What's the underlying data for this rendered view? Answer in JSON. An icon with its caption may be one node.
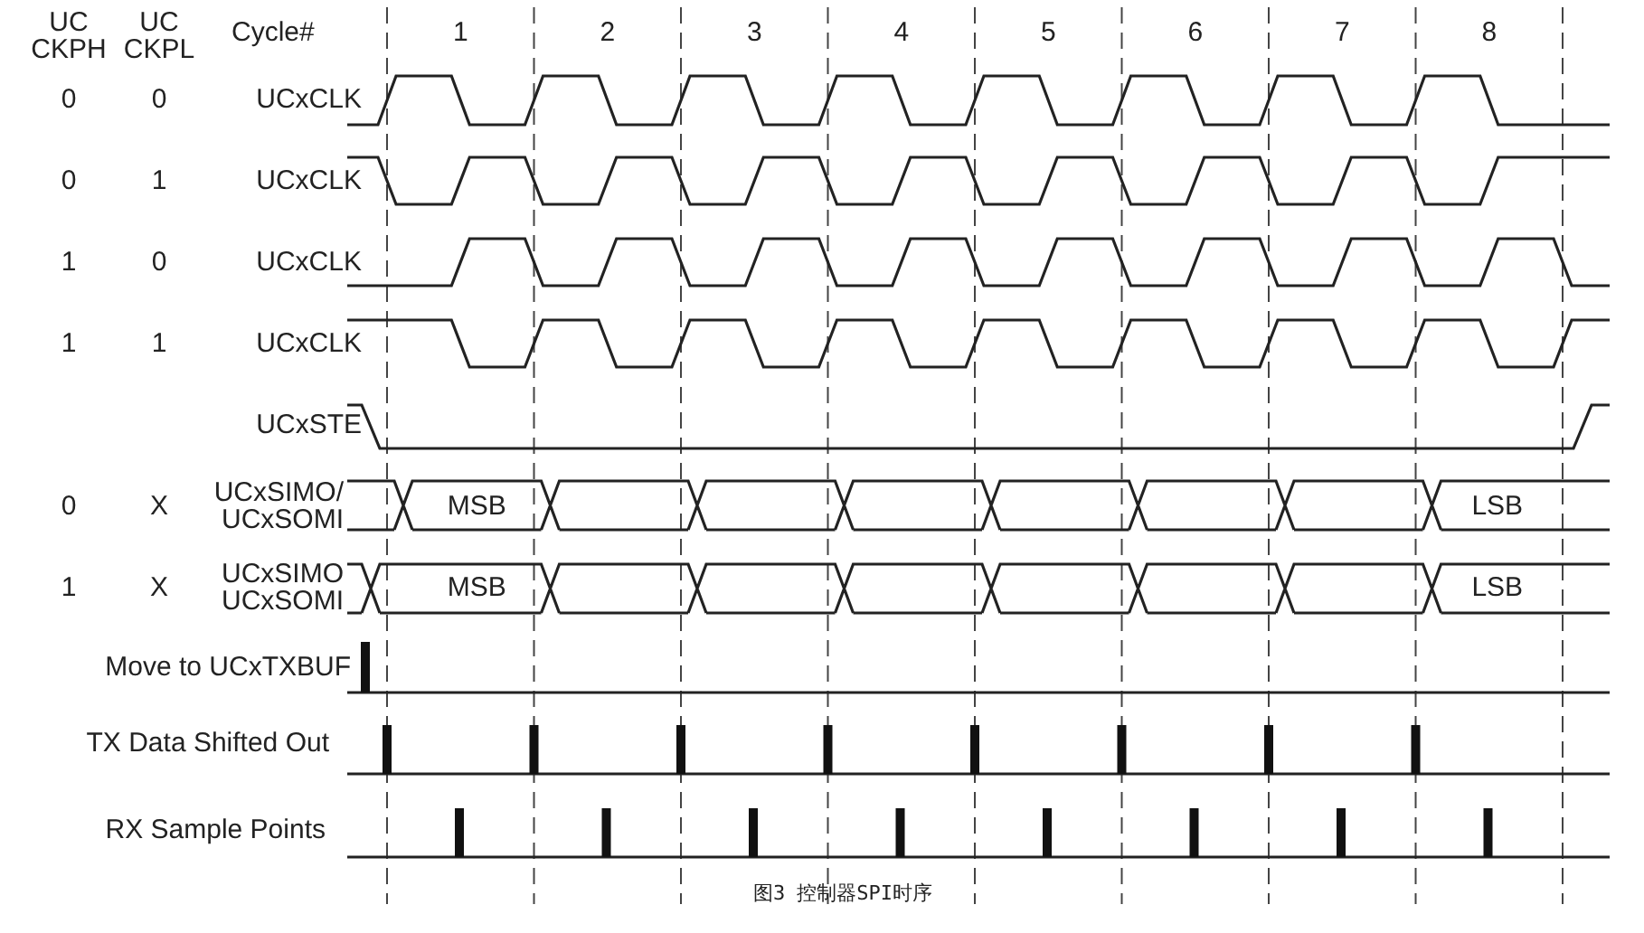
{
  "diagram": {
    "caption": "图3 控制器SPI时序",
    "labels": [
      "UC CKPH",
      "UC CKPL",
      "Cycle#",
      "1",
      "2",
      "3",
      "4",
      "5",
      "6",
      "7",
      "8",
      "0",
      "0",
      "UCxCLK",
      "0",
      "1",
      "UCxCLK",
      "1",
      "0",
      "UCxCLK",
      "1",
      "1",
      "UCxCLK",
      "UCxSTE",
      "0",
      "X",
      "UCxSIMO/ UCxSOMI",
      "MSB",
      "LSB",
      "1",
      "X",
      "UCxSIMO UCxSOMI",
      "MSB",
      "LSB",
      "Move to UCxTXBUF",
      "TX Data Shifted Out",
      "RX Sample Points"
    ]
  }
}
